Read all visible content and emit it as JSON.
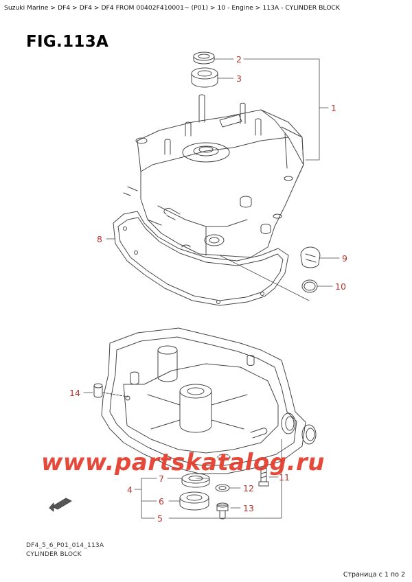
{
  "breadcrumb": "Suzuki Marine > DF4 > DF4 > DF4 FROM 00402F410001~ (P01) > 10 - Engine > 113A - CYLINDER BLOCK",
  "figure_title": "FIG.113A",
  "callouts": {
    "c1": "1",
    "c2": "2",
    "c3": "3",
    "c4": "4",
    "c5": "5",
    "c6": "6",
    "c7": "7",
    "c8": "8",
    "c9": "9",
    "c10": "10",
    "c11": "11",
    "c12": "12",
    "c13": "13",
    "c14": "14"
  },
  "fwd_label": "FWD",
  "watermark": "www.partskatalog.ru",
  "footer": {
    "code": "DF4_5_6_P01_014_113A",
    "description": "CYLINDER BLOCK"
  },
  "page_info": "Страница с 1 по 2",
  "colors": {
    "callout": "#b5332d",
    "watermark": "#e33a2a",
    "line": "#444444"
  }
}
